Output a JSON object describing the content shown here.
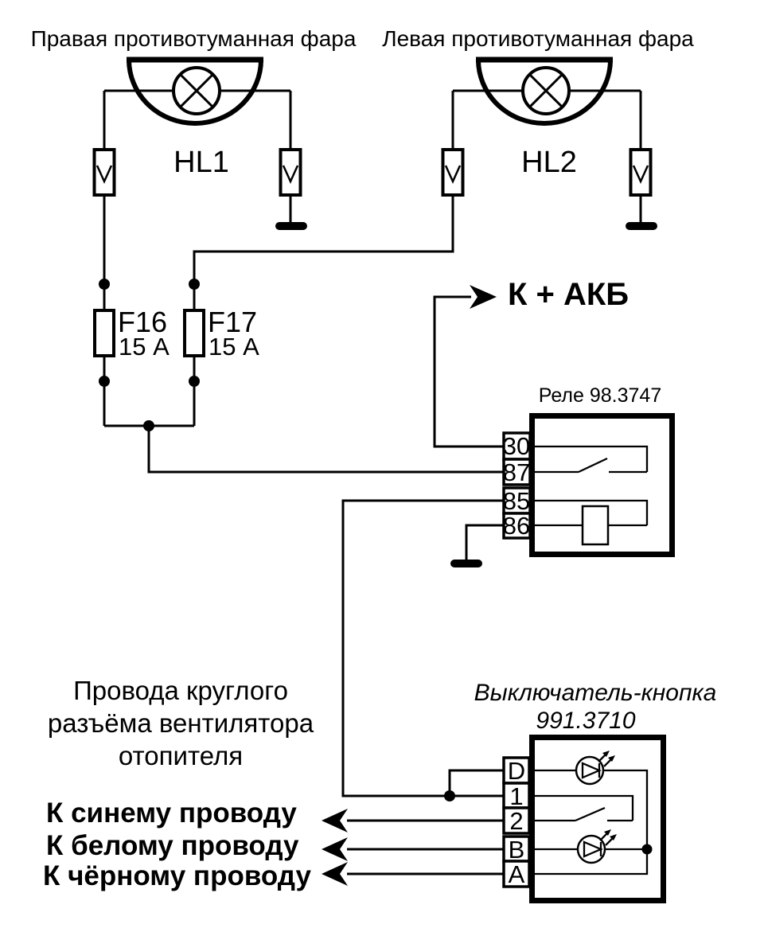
{
  "diagram": {
    "colors": {
      "background": "#ffffff",
      "ink": "#000000"
    },
    "right_fog_lamp": {
      "title": "Правая противотуманная фара",
      "designator": "HL1"
    },
    "left_fog_lamp": {
      "title": "Левая противотуманная фара",
      "designator": "HL2"
    },
    "fuses": [
      {
        "name": "F16",
        "rating": "15 А"
      },
      {
        "name": "F17",
        "rating": "15 А"
      }
    ],
    "battery_label": "К + АКБ",
    "relay": {
      "title": "Реле 98.3747",
      "pins": [
        "30",
        "87",
        "85",
        "86"
      ]
    },
    "switch": {
      "title": "Выключатель-кнопка",
      "model": "991.3710",
      "pins": [
        "D",
        "1",
        "2",
        "B",
        "A"
      ]
    },
    "heater_connector_note": {
      "line1": "Провода круглого",
      "line2": "разъёма вентилятора",
      "line3": "отопителя"
    },
    "wire_labels": [
      "К синему проводу",
      "К белому проводу",
      "К чёрному проводу"
    ]
  }
}
